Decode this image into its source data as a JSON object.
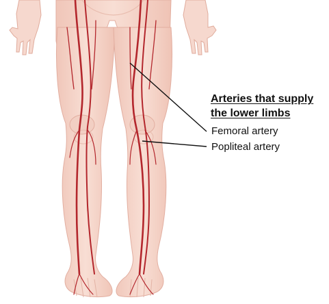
{
  "annotation": {
    "title_line_1": "Arteries that supply",
    "title_line_2": "the lower limbs",
    "labels": [
      {
        "id": "femoral",
        "text": "Femoral artery"
      },
      {
        "id": "popliteal",
        "text": "Popliteal artery"
      }
    ]
  },
  "colors": {
    "skin": "#f3d3c8",
    "skin_outline": "#e2aea0",
    "artery": "#b3262c",
    "leader_line": "#111111"
  }
}
